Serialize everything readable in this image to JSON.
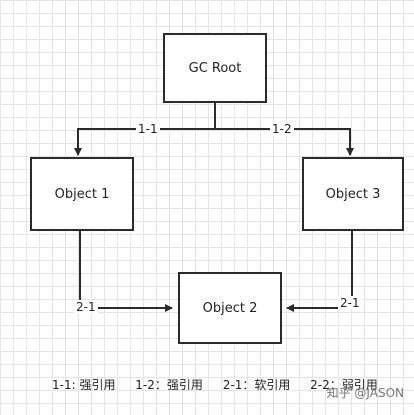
{
  "nodes": {
    "gc_root": "GC Root",
    "object1": "Object 1",
    "object2": "Object 2",
    "object3": "Object 3"
  },
  "edges": {
    "e1_1": "1-1",
    "e1_2": "1-2",
    "e2_1_left": "2-1",
    "e2_1_right": "2-1"
  },
  "legend": {
    "item1": "1-1: 强引用",
    "item2": "1-2：强引用",
    "item3": "2-1：软引用",
    "item4": "2-2：弱引用"
  },
  "watermark": "知乎 @JASON",
  "colors": {
    "line": "#2b2b2b",
    "grid": "#e4e4e4"
  }
}
